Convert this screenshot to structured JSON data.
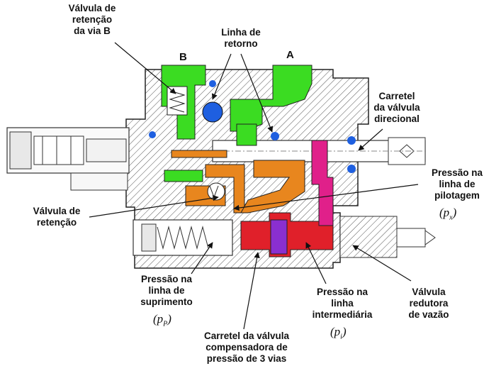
{
  "ports": {
    "b": "B",
    "a": "A"
  },
  "labels": {
    "check_valve_b": [
      "Válvula de",
      "retenção",
      "da via B"
    ],
    "return_line": [
      "Linha de",
      "retorno"
    ],
    "directional_spool": [
      "Carretel",
      "da válvula",
      "direcional"
    ],
    "pilot_pressure": [
      "Pressão na",
      "linha de",
      "pilotagem"
    ],
    "check_valve": [
      "Válvula de",
      "retenção"
    ],
    "supply_pressure": [
      "Pressão na",
      "linha de",
      "suprimento"
    ],
    "intermediate_pressure": [
      "Pressão na",
      "linha",
      "intermediária"
    ],
    "flow_reducer": [
      "Válvula",
      "redutora",
      "de vazão"
    ],
    "compensator_spool": [
      "Carretel da válvula",
      "compensadora de",
      "pressão de 3 vias"
    ]
  },
  "symbols": {
    "px": {
      "open": "(",
      "var": "p",
      "sub": "x",
      "close": ")"
    },
    "pp": {
      "open": "(",
      "var": "p",
      "sub": "P",
      "close": ")"
    },
    "pi": {
      "open": "(",
      "var": "p",
      "sub": "i",
      "close": ")"
    }
  },
  "colors": {
    "green": "#3bdc22",
    "blue": "#1e5fe0",
    "orange": "#e8861e",
    "red": "#e0202a",
    "magenta": "#e0208a",
    "purple": "#8a2fd0"
  }
}
